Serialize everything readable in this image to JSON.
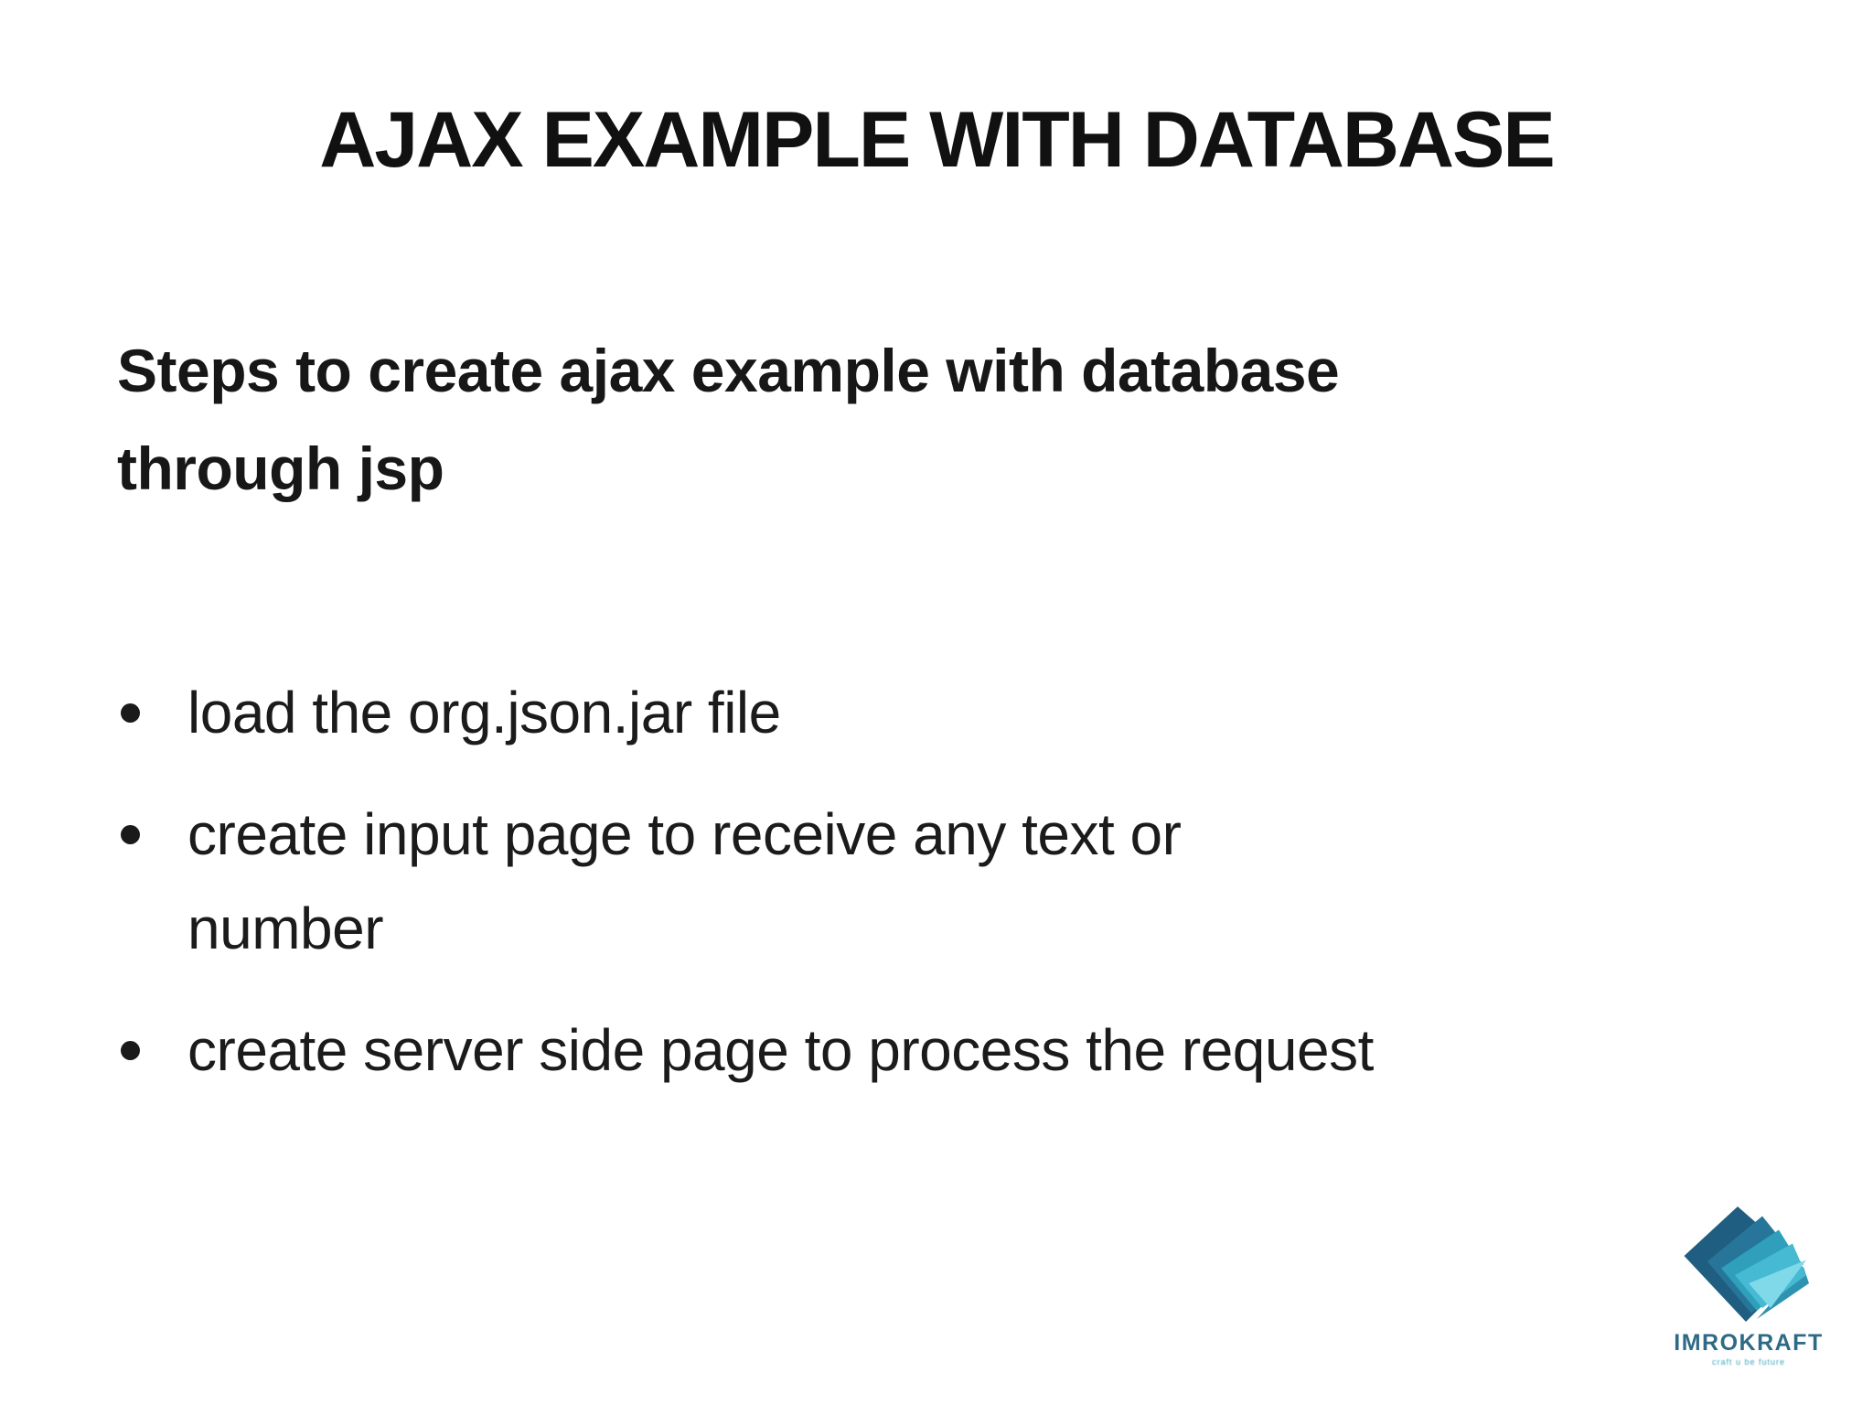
{
  "slide": {
    "title": "AJAX EXAMPLE WITH DATABASE",
    "heading": "Steps to create ajax example with database\nthrough jsp",
    "bullets": [
      "load the org.json.jar file",
      "create input page to receive any text or\nnumber",
      "create server side page to process the request"
    ]
  },
  "icons": {
    "bullet": "round-bullet-dot",
    "logo": "stacked-pages-diamond"
  },
  "logo": {
    "brand": "IMROKRAFT",
    "tagline": "craft u be future",
    "colors": {
      "dark": "#1f5e80",
      "mid": "#27769a",
      "accent": "#2e93b0",
      "teal": "#2f9fbc",
      "light": "#45bad2",
      "lightest": "#7fd9e8",
      "brand_text": "#2e6a85"
    }
  }
}
